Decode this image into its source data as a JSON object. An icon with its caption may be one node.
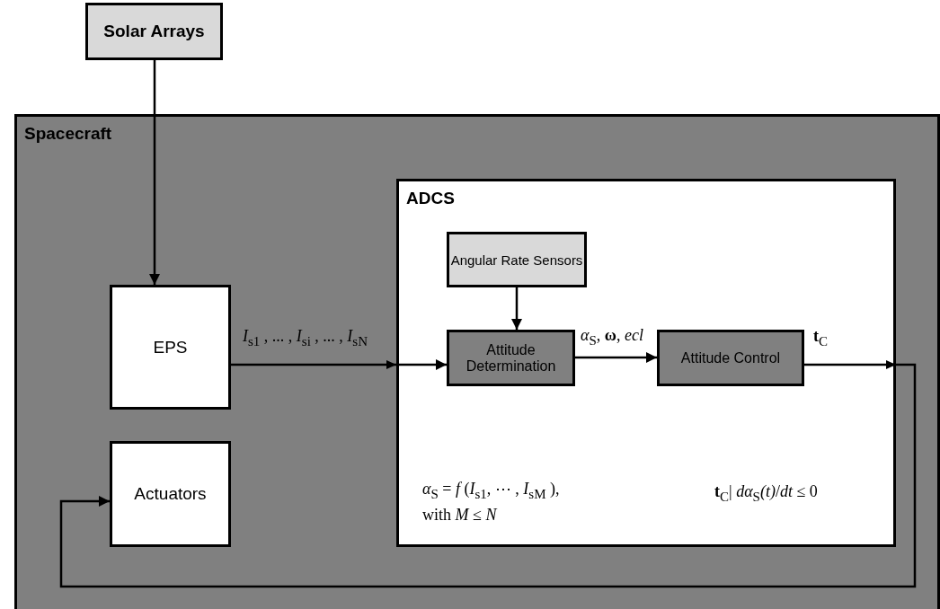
{
  "diagram": {
    "nodes": [
      {
        "text": [
          "Solar Arrays"
        ]
      },
      {
        "text": [
          "Spacecraft"
        ]
      },
      {
        "text": [
          "ADCS"
        ],
        "in": 1
      },
      {
        "text": [
          "EPS"
        ],
        "in": 1
      },
      {
        "text": [
          "Actuators"
        ],
        "in": 1
      },
      {
        "text": [
          "Angular Rate Sensors"
        ],
        "in": 2
      },
      {
        "text": [
          "Attitude Determination"
        ],
        "in": 2
      },
      {
        "text": [
          "Attitude Control"
        ],
        "in": 2
      }
    ],
    "edges": [
      {
        "from": 0,
        "to": 3,
        "arrow": "to"
      },
      {
        "from": 3,
        "to": 6,
        "arrow": "to",
        "label": "*I*$_{s1}$ , ... , *I*$_{si}$ , ... , *I*$_{sN}$"
      },
      {
        "from": 5,
        "to": 6,
        "arrow": "to"
      },
      {
        "from": 6,
        "to": 7,
        "arrow": "to",
        "label": "*α*$_{S}$, **ω**, *ecl*"
      },
      {
        "from": 7,
        "to": 4,
        "arrow": "to",
        "label": "**t**$_{C}$"
      }
    ],
    "labels": [
      "*α*$_{S}$ = *f* (*I*$_{s1}$,  ⋯ , *I*$_{sM}$ ), with *M* ≤ *N*",
      "**t**$_{C}$| *dα*$_{S}$*(t)*/*dt* ≤ 0"
    ]
  }
}
